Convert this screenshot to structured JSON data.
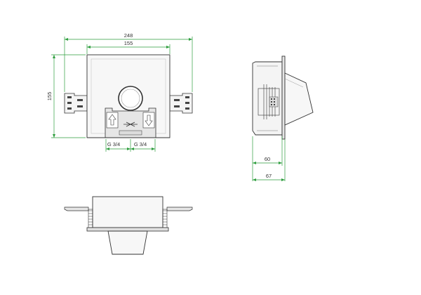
{
  "colors": {
    "dimension": "#2e9e3e",
    "outline": "#333333",
    "fill": "#f4f4f4",
    "shade": "#e2e2e2"
  },
  "front_view": {
    "overall_width": "248",
    "box_width": "155",
    "box_height": "155",
    "inlet_left": "G 3/4",
    "inlet_right": "G 3/4"
  },
  "side_view": {
    "depth_box": "60",
    "depth_total": "67"
  }
}
